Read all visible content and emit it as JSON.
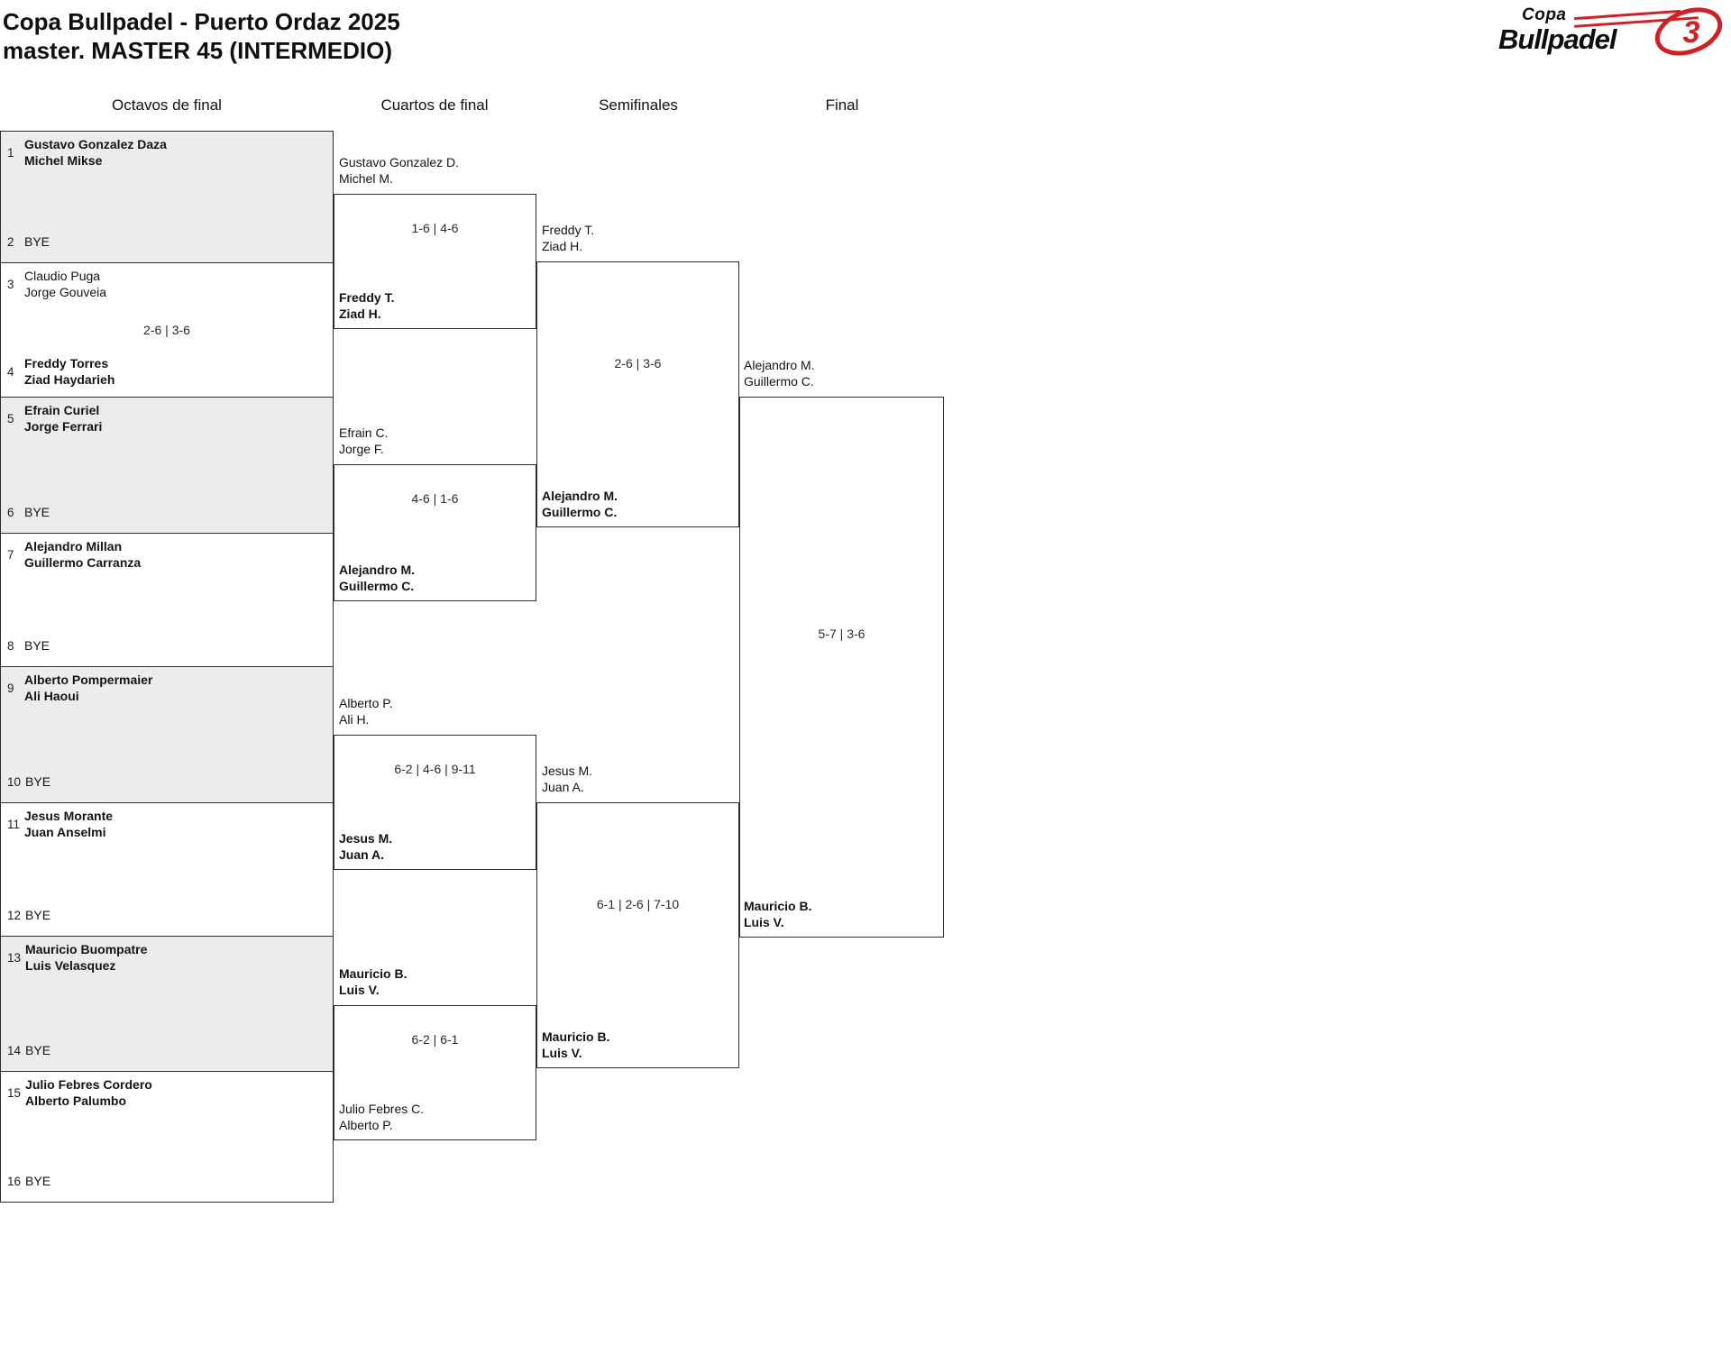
{
  "page": {
    "title_line1": "Copa Bullpadel - Puerto Ordaz 2025",
    "title_line2": "master. MASTER 45 (INTERMEDIO)"
  },
  "logo": {
    "top": "Copa",
    "bottom": "Bullpadel",
    "emblem_glyph": "3",
    "accent_color": "#cf2026",
    "ink_color": "#0d0d0d"
  },
  "round_headers": {
    "r16": "Octavos de final",
    "qf": "Cuartos de final",
    "sf": "Semifinales",
    "final": "Final"
  },
  "colors": {
    "bye_box_fill": "#ececec",
    "line": "#2d2d2d",
    "score_text": "#2b2b2b"
  },
  "r16": [
    {
      "shaded": true,
      "score": "",
      "top": {
        "seed": "1",
        "name1": "Gustavo Gonzalez Daza",
        "name2": "Michel Mikse",
        "winner": true
      },
      "bottom": {
        "seed": "2",
        "name1": "BYE",
        "name2": "",
        "winner": false
      }
    },
    {
      "shaded": false,
      "score": "2-6 | 3-6",
      "top": {
        "seed": "3",
        "name1": "Claudio Puga",
        "name2": "Jorge Gouveia",
        "winner": false
      },
      "bottom": {
        "seed": "4",
        "name1": "Freddy Torres",
        "name2": "Ziad Haydarieh",
        "winner": true
      }
    },
    {
      "shaded": true,
      "score": "",
      "top": {
        "seed": "5",
        "name1": "Efrain Curiel",
        "name2": "Jorge Ferrari",
        "winner": true
      },
      "bottom": {
        "seed": "6",
        "name1": "BYE",
        "name2": "",
        "winner": false
      }
    },
    {
      "shaded": false,
      "score": "",
      "top": {
        "seed": "7",
        "name1": "Alejandro Millan",
        "name2": "Guillermo Carranza",
        "winner": true
      },
      "bottom": {
        "seed": "8",
        "name1": "BYE",
        "name2": "",
        "winner": false
      }
    },
    {
      "shaded": true,
      "score": "",
      "top": {
        "seed": "9",
        "name1": "Alberto Pompermaier",
        "name2": "Ali Haoui",
        "winner": true
      },
      "bottom": {
        "seed": "10",
        "name1": "BYE",
        "name2": "",
        "winner": false
      }
    },
    {
      "shaded": false,
      "score": "",
      "top": {
        "seed": "11",
        "name1": "Jesus Morante",
        "name2": "Juan Anselmi",
        "winner": true
      },
      "bottom": {
        "seed": "12",
        "name1": "BYE",
        "name2": "",
        "winner": false
      }
    },
    {
      "shaded": true,
      "score": "",
      "top": {
        "seed": "13",
        "name1": "Mauricio Buompatre",
        "name2": "Luis Velasquez",
        "winner": true
      },
      "bottom": {
        "seed": "14",
        "name1": "BYE",
        "name2": "",
        "winner": false
      }
    },
    {
      "shaded": false,
      "score": "",
      "top": {
        "seed": "15",
        "name1": "Julio Febres Cordero",
        "name2": "Alberto Palumbo",
        "winner": true
      },
      "bottom": {
        "seed": "16",
        "name1": "BYE",
        "name2": "",
        "winner": false
      }
    }
  ],
  "qf": [
    {
      "score": "1-6 | 4-6",
      "top": {
        "name1": "Gustavo Gonzalez D.",
        "name2": "Michel M.",
        "winner": false
      },
      "bottom": {
        "name1": "Freddy T.",
        "name2": "Ziad H.",
        "winner": true
      }
    },
    {
      "score": "4-6 | 1-6",
      "top": {
        "name1": "Efrain C.",
        "name2": "Jorge F.",
        "winner": false
      },
      "bottom": {
        "name1": "Alejandro M.",
        "name2": "Guillermo C.",
        "winner": true
      }
    },
    {
      "score": "6-2 | 4-6 | 9-11",
      "top": {
        "name1": "Alberto P.",
        "name2": "Ali H.",
        "winner": false
      },
      "bottom": {
        "name1": "Jesus M.",
        "name2": "Juan A.",
        "winner": true
      }
    },
    {
      "score": "6-2 | 6-1",
      "top": {
        "name1": "Mauricio B.",
        "name2": "Luis V.",
        "winner": true
      },
      "bottom": {
        "name1": "Julio Febres C.",
        "name2": "Alberto P.",
        "winner": false
      }
    }
  ],
  "sf": [
    {
      "score": "2-6 | 3-6",
      "top": {
        "name1": "Freddy T.",
        "name2": "Ziad H.",
        "winner": false
      },
      "bottom": {
        "name1": "Alejandro M.",
        "name2": "Guillermo C.",
        "winner": true
      }
    },
    {
      "score": "6-1 | 2-6 | 7-10",
      "top": {
        "name1": "Jesus M.",
        "name2": "Juan A.",
        "winner": false
      },
      "bottom": {
        "name1": "Mauricio B.",
        "name2": "Luis V.",
        "winner": true
      }
    }
  ],
  "final": {
    "score": "5-7 | 3-6",
    "top": {
      "name1": "Alejandro M.",
      "name2": "Guillermo C.",
      "winner": false
    },
    "bottom": {
      "name1": "Mauricio B.",
      "name2": "Luis V.",
      "winner": true
    }
  }
}
